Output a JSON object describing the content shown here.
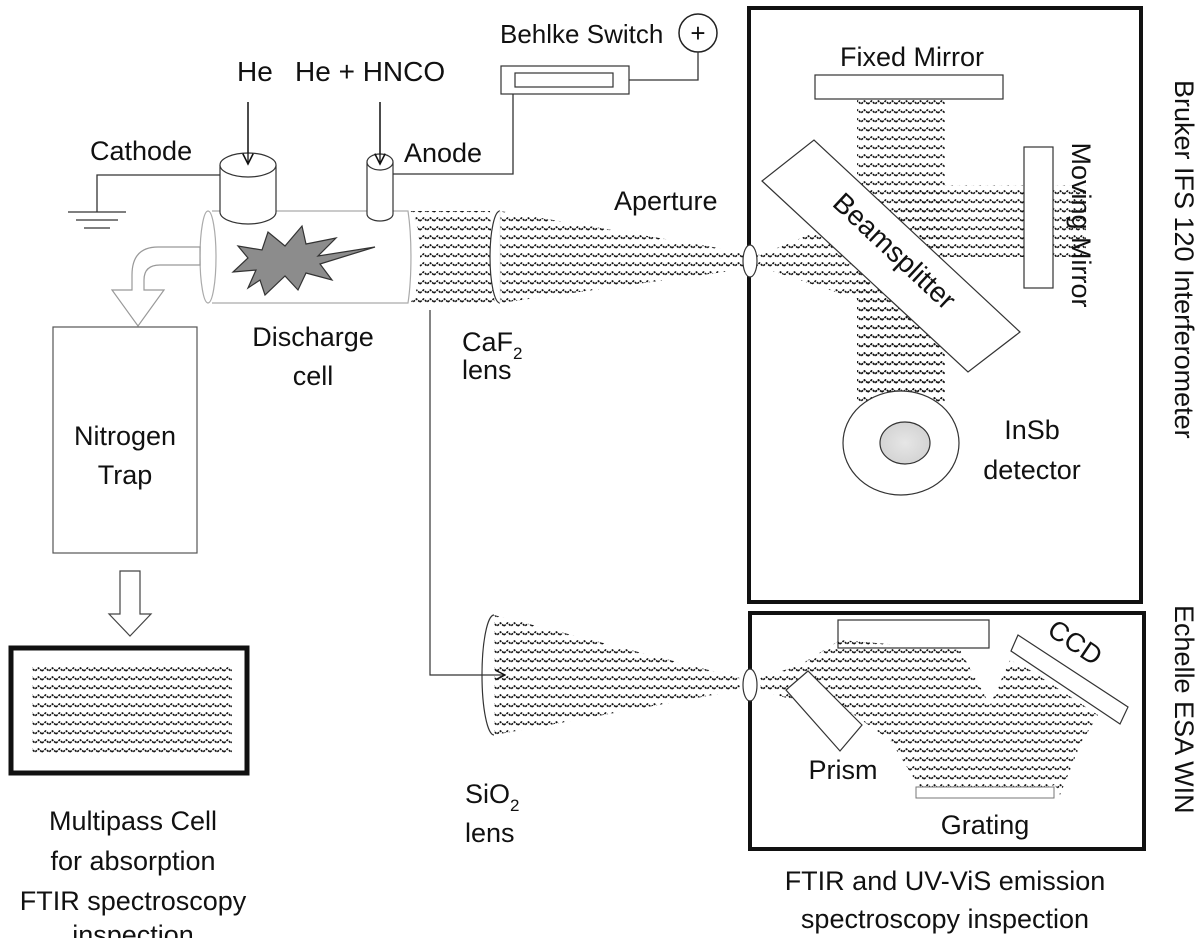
{
  "labels": {
    "behlke_switch": "Behlke Switch",
    "plus_symbol": "+",
    "he": "He",
    "he_hnco": "He + HNCO",
    "cathode": "Cathode",
    "anode": "Anode",
    "aperture": "Aperture",
    "discharge_cell_1": "Discharge",
    "discharge_cell_2": "cell",
    "caf2_main": "CaF",
    "caf2_sub": "2",
    "caf2_lens": "lens",
    "nitrogen_trap_1": "Nitrogen",
    "nitrogen_trap_2": "Trap",
    "multipass_1": "Multipass Cell",
    "multipass_2": "for absorption",
    "multipass_3": "FTIR spectroscopy",
    "multipass_4": "inspection",
    "sio2_main": "SiO",
    "sio2_sub": "2",
    "sio2_lens": "lens",
    "fixed_mirror": "Fixed Mirror",
    "moving_mirror": "Moving Mirror",
    "beamsplitter": "Beamsplitter",
    "insb_1": "InSb",
    "insb_2": "detector",
    "bruker": "Bruker IFS 120 Interferometer",
    "ccd": "CCD",
    "prism": "Prism",
    "grating": "Grating",
    "echelle": "Echelle ESA WIN",
    "emission_1": "FTIR and UV-ViS emission",
    "emission_2": "spectroscopy inspection"
  }
}
